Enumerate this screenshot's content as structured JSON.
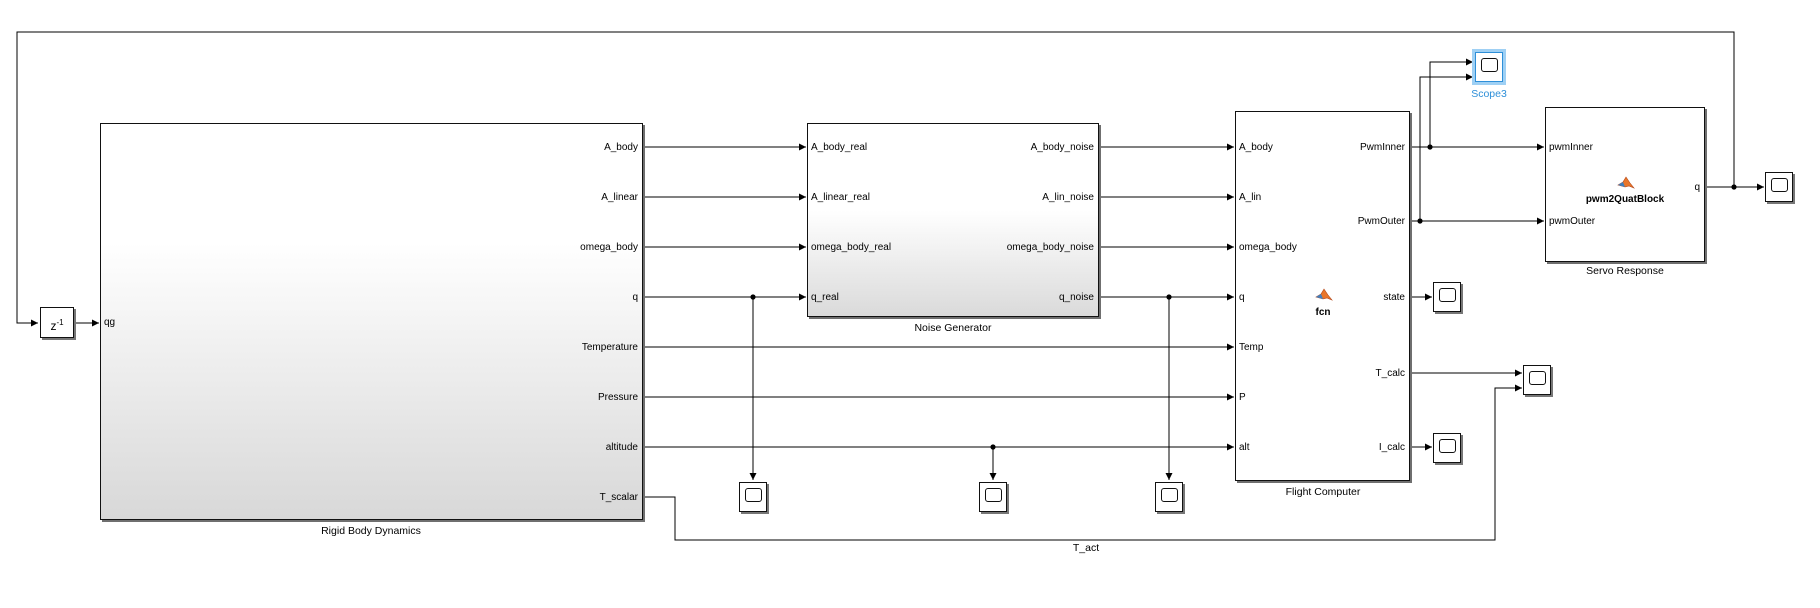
{
  "blocks": {
    "rigid_body": {
      "name": "Rigid Body Dynamics",
      "input": "qg",
      "outputs": [
        "A_body",
        "A_linear",
        "omega_body",
        "q",
        "Temperature",
        "Pressure",
        "altitude",
        "T_scalar"
      ]
    },
    "noise": {
      "name": "Noise Generator",
      "inputs": [
        "A_body_real",
        "A_linear_real",
        "omega_body_real",
        "q_real"
      ],
      "outputs": [
        "A_body_noise",
        "A_lin_noise",
        "omega_body_noise",
        "q_noise"
      ]
    },
    "flight": {
      "name": "Flight Computer",
      "function": "fcn",
      "inputs": [
        "A_body",
        "A_lin",
        "omega_body",
        "q",
        "Temp",
        "P",
        "alt"
      ],
      "outputs": [
        "PwmInner",
        "PwmOuter",
        "state",
        "T_calc",
        "I_calc"
      ]
    },
    "servo": {
      "name": "Servo Response",
      "function": "pwm2QuatBlock",
      "inputs": [
        "pwmInner",
        "pwmOuter"
      ],
      "output": "q"
    },
    "delay": {
      "label": "z",
      "exponent": "-1"
    },
    "scope3": {
      "name": "Scope3"
    }
  },
  "signals": {
    "t_act": "T_act"
  },
  "colors": {
    "selection": "#2e8fd8",
    "matlab_logo": "#e8762b"
  },
  "icons": [
    "matlab-logo-icon",
    "scope-icon",
    "delay-icon"
  ]
}
